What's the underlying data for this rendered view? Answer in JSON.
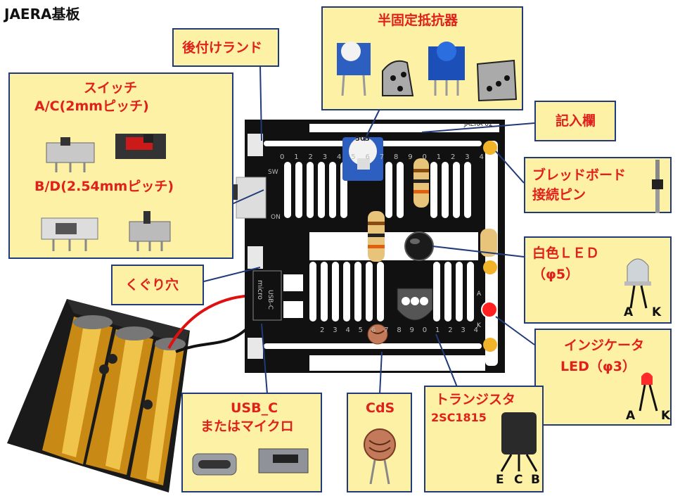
{
  "title": "JAERA基板",
  "callouts": {
    "switch_title": "スイッチ",
    "switch_ac": "A/C(2mmピッチ)",
    "switch_bd": "B/D(2.54mmピッチ)",
    "retrofit_land": "後付けランド",
    "trimmer": "半固定抵抗器",
    "memo": "記入欄",
    "breadboard_pin_1": "ブレッドボード",
    "breadboard_pin_2": "接続ピン",
    "white_led_1": "白色ＬＥＤ",
    "white_led_2": "（φ5）",
    "through_hole": "くぐり穴",
    "indicator_led_1": "インジケータ",
    "indicator_led_2": "LED（φ3）",
    "usb_1": "USB_C",
    "usb_2": "またはマイクロ",
    "cds": "CdS",
    "transistor_1": "トランジスタ",
    "transistor_2": "2SC1815"
  },
  "pins": {
    "led_a": "A",
    "led_k": "K",
    "ind_a": "A",
    "ind_k": "K",
    "tr_e": "E",
    "tr_c": "C",
    "tr_b": "B"
  },
  "board": {
    "numbers_top": [
      "0",
      "1",
      "2",
      "3",
      "4",
      "5",
      "6",
      "7",
      "8",
      "9",
      "0",
      "1",
      "2",
      "3",
      "4"
    ],
    "numbers_bottom": [
      "2",
      "3",
      "4",
      "5",
      "6",
      "7",
      "8",
      "9",
      "0",
      "1",
      "2",
      "3",
      "4"
    ],
    "pcb_label": "JAERA",
    "pcb_ver": "02",
    "usb_silk": "USB-C",
    "micro_silk": "micro",
    "sw_silk": "SW",
    "on_silk": "ON",
    "trimmer_code": "503",
    "letter_a": "A",
    "letter_k": "K"
  },
  "colors": {
    "callout_bg": "#fdf1a6",
    "callout_border": "#203a7a",
    "label_red": "#e0201a",
    "pcb_black": "#111111"
  }
}
